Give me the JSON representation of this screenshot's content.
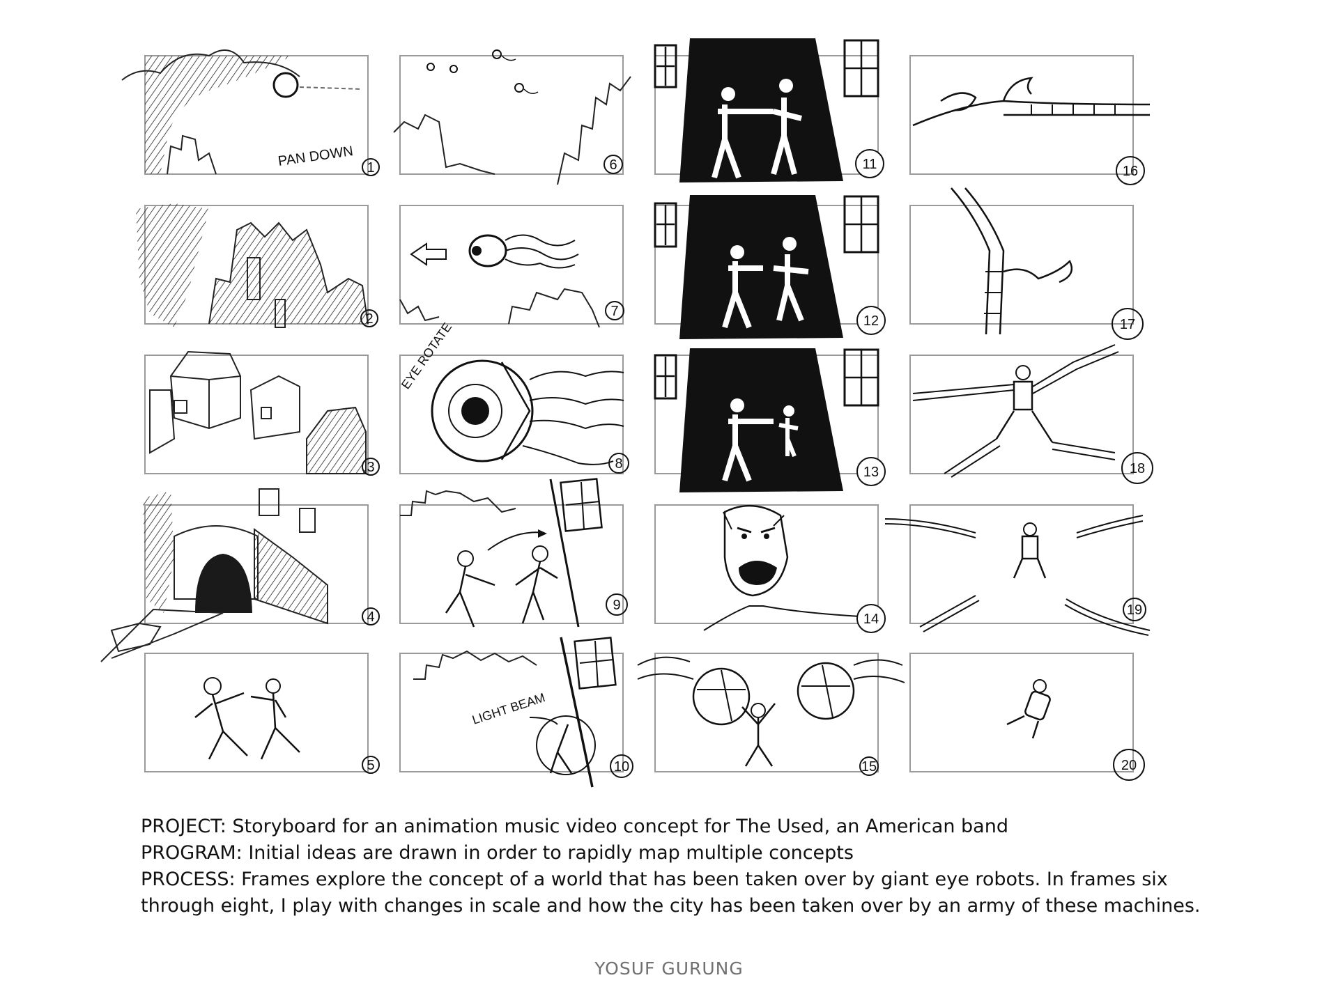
{
  "frames": [
    {
      "num": "1",
      "note": "PAN DOWN"
    },
    {
      "num": "2",
      "note": ""
    },
    {
      "num": "3",
      "note": ""
    },
    {
      "num": "4",
      "note": ""
    },
    {
      "num": "5",
      "note": ""
    },
    {
      "num": "6",
      "note": ""
    },
    {
      "num": "7",
      "note": ""
    },
    {
      "num": "8",
      "note": "EYE ROTATE"
    },
    {
      "num": "9",
      "note": ""
    },
    {
      "num": "10",
      "note": "LIGHT BEAM"
    },
    {
      "num": "11",
      "note": ""
    },
    {
      "num": "12",
      "note": ""
    },
    {
      "num": "13",
      "note": ""
    },
    {
      "num": "14",
      "note": ""
    },
    {
      "num": "15",
      "note": ""
    },
    {
      "num": "16",
      "note": ""
    },
    {
      "num": "17",
      "note": ""
    },
    {
      "num": "18",
      "note": ""
    },
    {
      "num": "19",
      "note": ""
    },
    {
      "num": "20",
      "note": ""
    }
  ],
  "caption": {
    "project": "PROJECT: Storyboard for an animation music video concept for The Used, an American band",
    "program": "PROGRAM: Initial ideas are drawn in order to rapidly map multiple concepts",
    "process_line1": "PROCESS: Frames explore the concept of a world that has been taken over by giant eye robots. In frames six",
    "process_line2": "through eight, I play with changes in scale and how the city has been taken over by an army of these machines."
  },
  "author": "YOSUF GURUNG"
}
